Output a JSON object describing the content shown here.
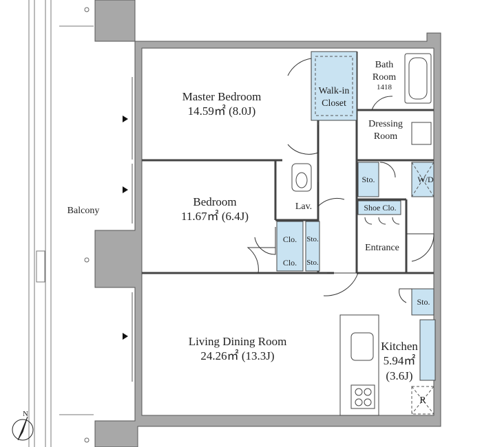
{
  "rooms": {
    "master_bedroom": {
      "name": "Master Bedroom",
      "area": "14.59㎡ (8.0J)"
    },
    "bedroom": {
      "name": "Bedroom",
      "area": "11.67㎡ (6.4J)"
    },
    "living": {
      "name": "Living Dining Room",
      "area": "24.26㎡ (13.3J)"
    },
    "kitchen": {
      "name": "Kitchen",
      "area": "5.94㎡",
      "jo": "(3.6J)"
    },
    "walk_in": {
      "line1": "Walk-in",
      "line2": "Closet"
    },
    "bath": {
      "line1": "Bath",
      "line2": "Room",
      "size": "1418"
    },
    "dressing": {
      "line1": "Dressing",
      "line2": "Room"
    },
    "sto_wd": "Sto.",
    "wd": "W/D",
    "lav": "Lav.",
    "shoe": "Shoe Clo.",
    "entrance": "Entrance",
    "clo1": "Clo.",
    "clo2": "Clo.",
    "sto_a": "Sto.",
    "sto_b": "Sto.",
    "sto_kitchen": "Sto.",
    "fridge": "R",
    "balcony": "Balcony"
  },
  "compass": {
    "label": "N"
  },
  "colors": {
    "wall": "#a8a8a8",
    "wall_stroke": "#555555",
    "closet": "#c9e3f2",
    "line": "#333333"
  }
}
